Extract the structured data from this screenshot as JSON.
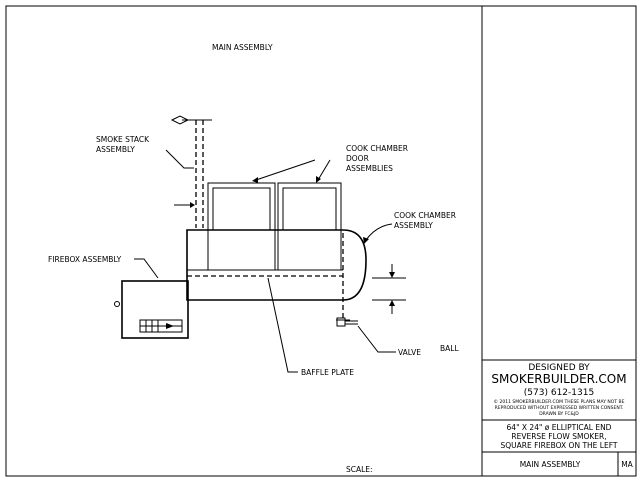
{
  "drawing": {
    "title": "MAIN ASSEMBLY",
    "scale_label": "SCALE:"
  },
  "callouts": {
    "smoke_stack": [
      "SMOKE STACK",
      "ASSEMBLY"
    ],
    "cook_chamber_door": [
      "COOK CHAMBER",
      "DOOR",
      "ASSEMBLIES"
    ],
    "cook_chamber": [
      "COOK CHAMBER",
      "ASSEMBLY"
    ],
    "firebox": "FIREBOX ASSEMBLY",
    "baffle_plate": "BAFFLE PLATE",
    "ball": "BALL",
    "valve": "VALVE"
  },
  "title_block": {
    "designed_by": "DESIGNED BY",
    "company": "SMOKERBUILDER.COM",
    "phone": "(573) 612-1315",
    "notice": [
      "© 2011 SMOKERBUILDER.COM THESE PLANS MAY NOT BE",
      "REPRODUCED WITHOUT EXPRESSED WRITTEN CONSENT.",
      "DRAWN BY FC&JD"
    ],
    "description": [
      "64\" X 24\" ø ELLIPTICAL END",
      "REVERSE FLOW SMOKER,",
      "SQUARE FIREBOX ON THE LEFT"
    ],
    "sheet_name": "MAIN ASSEMBLY",
    "sheet_code": "MA"
  }
}
